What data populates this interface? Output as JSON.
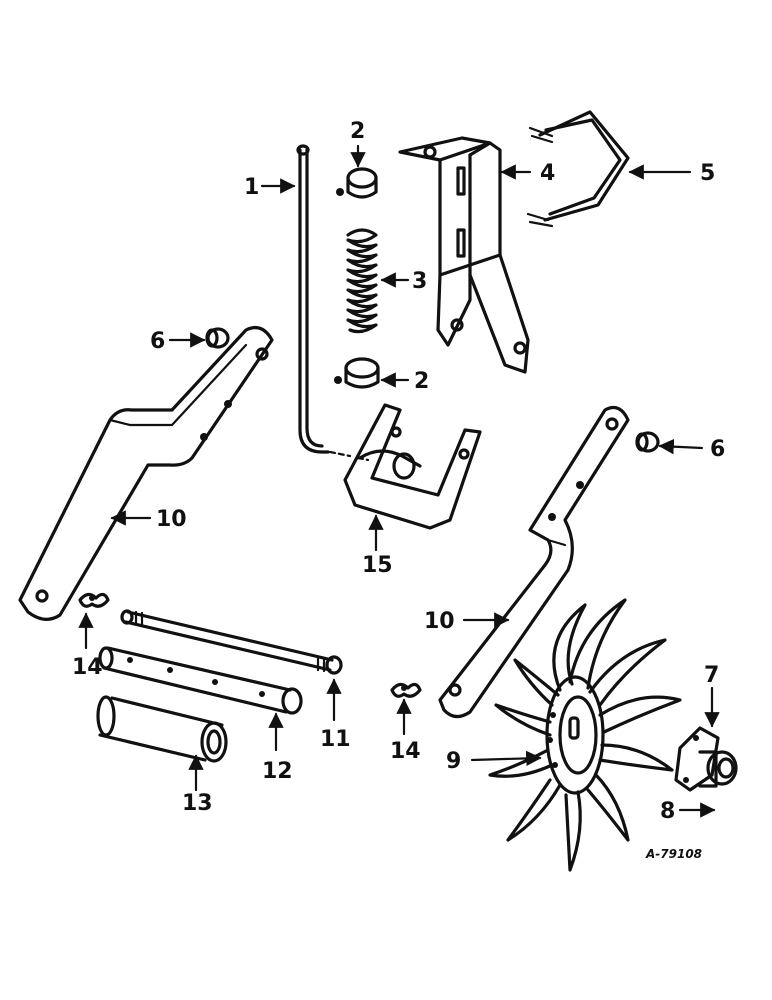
{
  "figure_code": "A-79108",
  "callouts": {
    "c1": "1",
    "c2a": "2",
    "c2b": "2",
    "c3": "3",
    "c4": "4",
    "c5": "5",
    "c6a": "6",
    "c6b": "6",
    "c7": "7",
    "c8": "8",
    "c9": "9",
    "c10a": "10",
    "c10b": "10",
    "c11": "11",
    "c12": "12",
    "c13": "13",
    "c14a": "14",
    "c14b": "14",
    "c15": "15"
  }
}
